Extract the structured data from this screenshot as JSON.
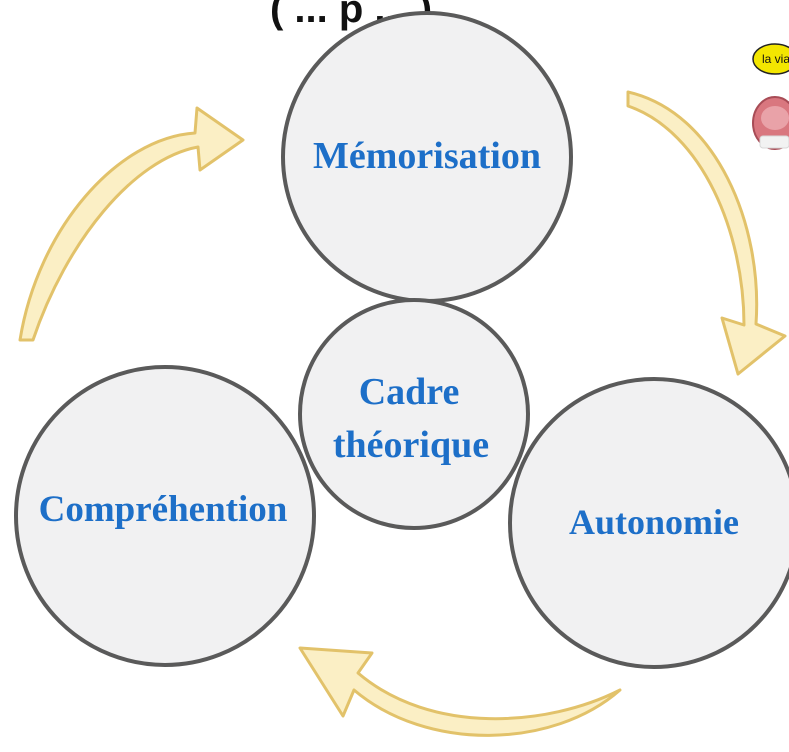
{
  "title_fragment": "( ... p ... )",
  "nodes": {
    "memorisation": "Mémorisation",
    "cadre_line1": "Cadre",
    "cadre_line2": "théorique",
    "comprehension": "Compréhention",
    "autonomie": "Autonomie"
  },
  "corner_badge": {
    "text": "la via"
  },
  "colors": {
    "label_blue": "#1d6fc8",
    "circle_fill": "#f1f1f2",
    "circle_stroke": "#5a5a5a",
    "arrow_fill": "#fbefc5",
    "arrow_stroke": "#e2c26a",
    "badge_yellow": "#f3e600",
    "meat_red": "#d9777f"
  },
  "icons": [
    "curved-arrow-icon",
    "meat-icon"
  ]
}
